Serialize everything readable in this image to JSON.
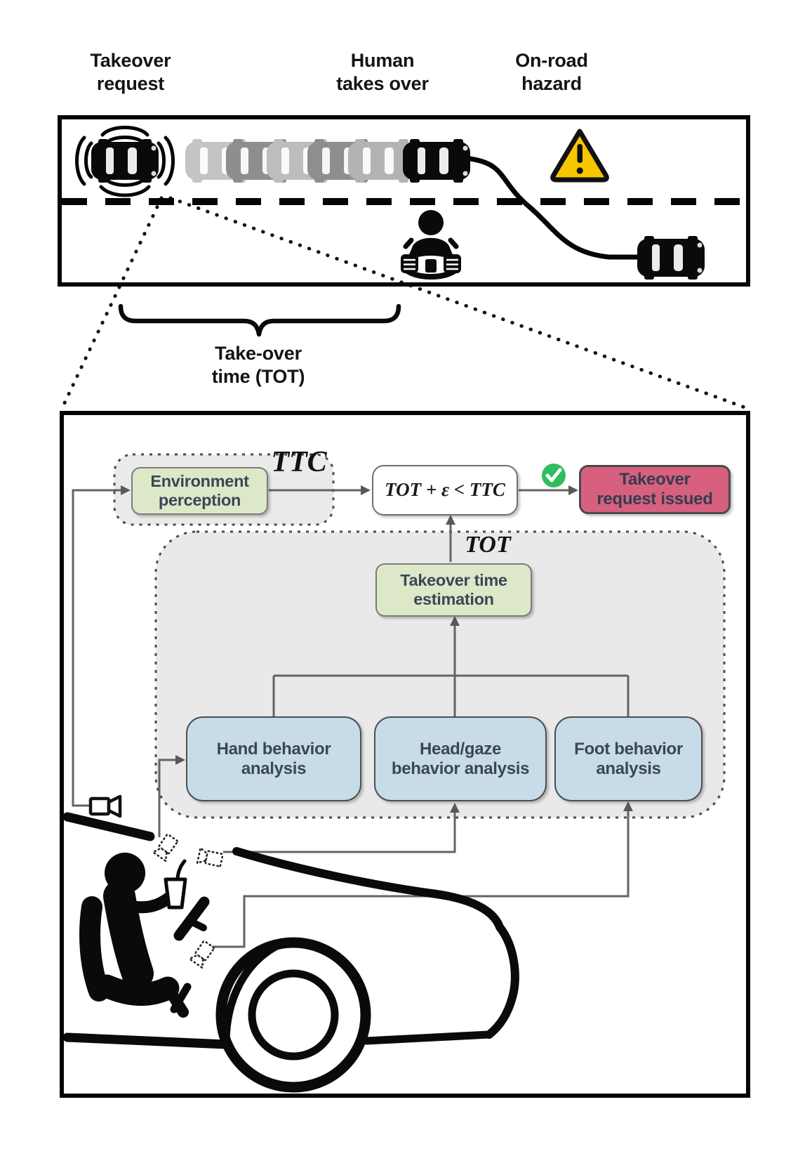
{
  "figure": {
    "top_scene": {
      "labels": {
        "takeover_request": "Takeover\nrequest",
        "human_takes_over": "Human\ntakes over",
        "onroad_hazard": "On-road\nhazard"
      },
      "takeover_time_caption": "Take-over\ntime (TOT)"
    },
    "flowchart": {
      "environment_perception_label": "Environment\nperception",
      "ttc_symbol": "TTC",
      "condition_formula": "TOT + ε < TTC",
      "takeover_request_issued_label": "Takeover\nrequest issued",
      "tot_symbol": "TOT",
      "takeover_time_estimation_label": "Takeover time\nestimation",
      "hand_behavior_label": "Hand behavior\nanalysis",
      "head_gaze_behavior_label": "Head/gaze\nbehavior analysis",
      "foot_behavior_label": "Foot behavior\nanalysis"
    },
    "icon_names": [
      "radar-waves-icon",
      "warning-triangle-icon",
      "driver-steering-icon",
      "check-circle-icon",
      "camera-icon",
      "dashed-camera-icon",
      "car-top-icon",
      "car-side-icon",
      "driver-silhouette-icon"
    ],
    "colors": {
      "green_box_fill": "#dde8c9",
      "blue_box_fill": "#c8dbe9",
      "pink_box_fill": "#d7607f",
      "container_fill": "#e9e9e9",
      "check_green": "#2fbd5e",
      "warning_yellow": "#f7c600",
      "connector_gray": "#636363",
      "label_text": "#3b4656",
      "ink": "#0a0a0a"
    }
  }
}
